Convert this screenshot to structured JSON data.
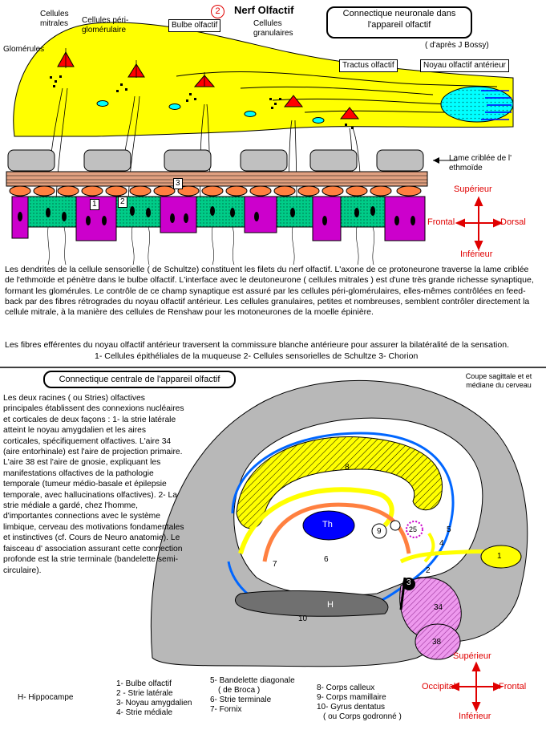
{
  "top": {
    "number": "2",
    "title": "Nerf Olfactif",
    "bulbe_label": "Bulbe olfactif",
    "neuronal_title": "Connectique neuronale dans l'appareil olfactif",
    "source": "( d'après J Bossy)",
    "tractus": "Tractus olfactif",
    "noyau": "Noyau olfactif antérieur",
    "labels": {
      "glomerules": "Glomérules",
      "mitrales": "Cellules mitrales",
      "periglomerulaire": "Cellules péri-glomérulaire",
      "granulaires": "Cellules granulaires",
      "lame": "Lame criblée de l' ethmoïde"
    },
    "num1": "1",
    "num2": "2",
    "num3": "3",
    "orientation": {
      "up": "Supérieur",
      "down": "Inférieur",
      "left": "Frontal",
      "right": "Dorsal"
    },
    "description": "Les dendrites de la cellule sensorielle ( de Schultze) constituent les filets du nerf olfactif. L'axone de ce protoneurone traverse la lame criblée de l'ethmoïde et pénètre dans le bulbe olfactif. L'interface avec le deutoneurone ( cellules mitrales ) est d'une très grande richesse synaptique, formant les glomérules. Le contrôle de ce champ synaptique est assuré par les cellules péri-glomérulaires, elles-mêmes contrôlées en feed-back par des fibres rétrogrades du noyau olfactif antérieur. Les cellules granulaires, petites et nombreuses, semblent contrôler directement la cellule mitrale, à la manière des cellules de Renshaw pour les motoneurones de la moelle épinière.",
    "description2": "Les fibres efférentes du noyau olfactif antérieur traversent la commissure blanche antérieure pour assurer la bilatéralité de la sensation.",
    "legend_line": "1- Cellules épithéliales de la muqueuse 2- Cellules sensorielles de Schultze 3- Chorion"
  },
  "bottom": {
    "title": "Connectique centrale de l'appareil olfactif",
    "coupe": "Coupe sagittale et et médiane du cerveau",
    "text": "Les deux racines ( ou Stries) olfactives principales établissent des connexions nucléaires et corticales de deux façons : 1- la strie latérale atteint le noyau amygdalien et les aires corticales, spécifiquement olfactives. L'aire 34 (aire entorhinale) est l'aire de projection primaire. L'aire 38 est l'aire de gnosie, expliquant les manifestations olfactives de la pathologie temporale (tumeur médio-basale et épilepsie temporale, avec hallucinations olfactives). 2- La strie médiale a gardé, chez l'homme, d'importantes connections avec le système limbique, cerveau des motivations fondamentales et instinctives (cf. Cours de Neuro anatomie). Le faisceau d' association assurant cette connection profonde est la strie terminale (bandelette semi-circulaire).",
    "hippocampe": "H- Hippocampe",
    "legend_col1": [
      "1- Bulbe olfactif",
      "2 - Strie latérale",
      "3- Noyau amygdalien",
      "4- Strie médiale"
    ],
    "legend_col2": [
      "5- Bandelette diagonale",
      "( de Broca )",
      "6- Strie terminale",
      "7- Fornix"
    ],
    "legend_col3": [
      "8- Corps calleux",
      "9- Corps mamillaire",
      "10- Gyrus dentatus",
      "( ou Corps godronné )"
    ],
    "brain_labels": {
      "th": "Th",
      "h": "H",
      "n1": "1",
      "n2": "2",
      "n3": "3",
      "n4": "4",
      "n5": "5",
      "n6": "6",
      "n7": "7",
      "n8": "8",
      "n9": "9",
      "n10": "10",
      "n25": "25",
      "n34": "34",
      "n38": "38"
    },
    "orientation": {
      "up": "Supérieur",
      "down": "Inférieur",
      "left": "Occipital",
      "right": "Frontal"
    }
  },
  "colors": {
    "yellow": "#ffff00",
    "green": "#00cc88",
    "magenta": "#cc00cc",
    "grey": "#c0c0c0",
    "red": "#e00000",
    "blue": "#0000ff",
    "cyan": "#00ffff",
    "pink": "#ff99ff",
    "orange": "#ff8040"
  }
}
